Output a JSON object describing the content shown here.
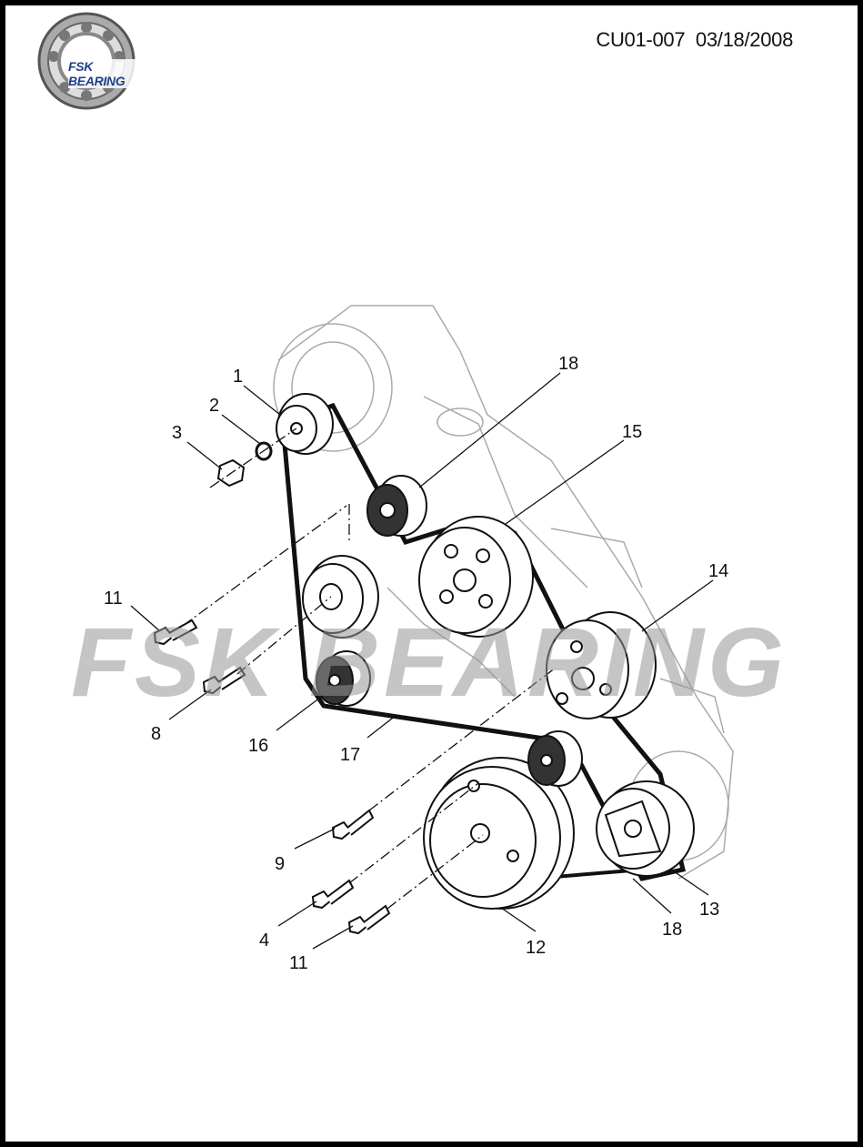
{
  "header": {
    "logo_text": "FSK BEARING",
    "document_id": "CU01-007",
    "date": "03/18/2008"
  },
  "watermark": "FSK BEARING",
  "callouts": [
    "1",
    "2",
    "3",
    "18",
    "15",
    "14",
    "11",
    "8",
    "16",
    "17",
    "9",
    "4",
    "11",
    "12",
    "18",
    "13"
  ]
}
